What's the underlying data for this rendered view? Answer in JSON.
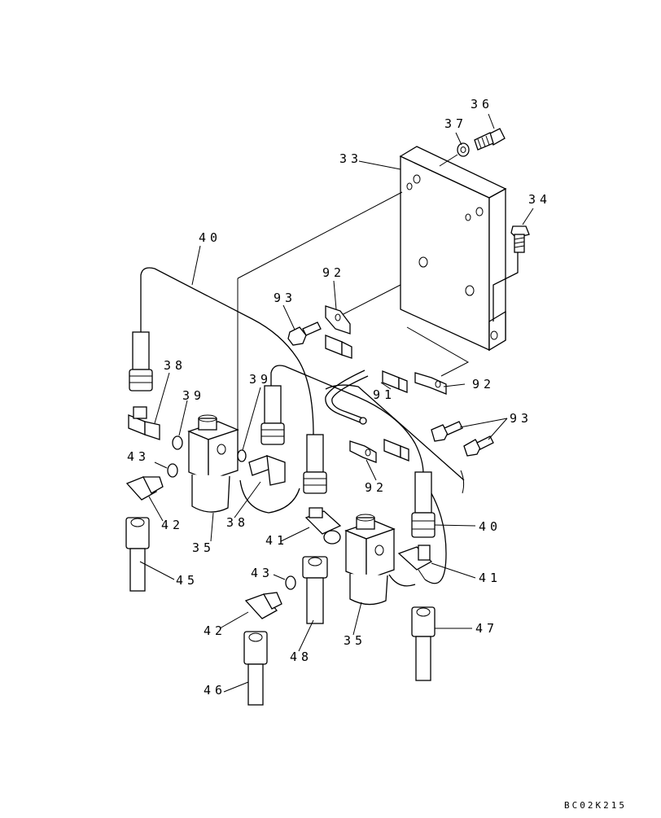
{
  "diagram": {
    "drawing_code": "BC02K215",
    "callouts": [
      {
        "id": "c33",
        "label": "33"
      },
      {
        "id": "c34",
        "label": "34"
      },
      {
        "id": "c35a",
        "label": "35"
      },
      {
        "id": "c35b",
        "label": "35"
      },
      {
        "id": "c36",
        "label": "36"
      },
      {
        "id": "c37",
        "label": "37"
      },
      {
        "id": "c38a",
        "label": "38"
      },
      {
        "id": "c38b",
        "label": "38"
      },
      {
        "id": "c39a",
        "label": "39"
      },
      {
        "id": "c39b",
        "label": "39"
      },
      {
        "id": "c40a",
        "label": "40"
      },
      {
        "id": "c40b",
        "label": "40"
      },
      {
        "id": "c41a",
        "label": "41"
      },
      {
        "id": "c41b",
        "label": "41"
      },
      {
        "id": "c42a",
        "label": "42"
      },
      {
        "id": "c42b",
        "label": "42"
      },
      {
        "id": "c43a",
        "label": "43"
      },
      {
        "id": "c43b",
        "label": "43"
      },
      {
        "id": "c45",
        "label": "45"
      },
      {
        "id": "c46",
        "label": "46"
      },
      {
        "id": "c47",
        "label": "47"
      },
      {
        "id": "c48",
        "label": "48"
      },
      {
        "id": "c91",
        "label": "91"
      },
      {
        "id": "c92a",
        "label": "92"
      },
      {
        "id": "c92b",
        "label": "92"
      },
      {
        "id": "c92c",
        "label": "92"
      },
      {
        "id": "c93a",
        "label": "93"
      },
      {
        "id": "c93b",
        "label": "93"
      }
    ]
  }
}
